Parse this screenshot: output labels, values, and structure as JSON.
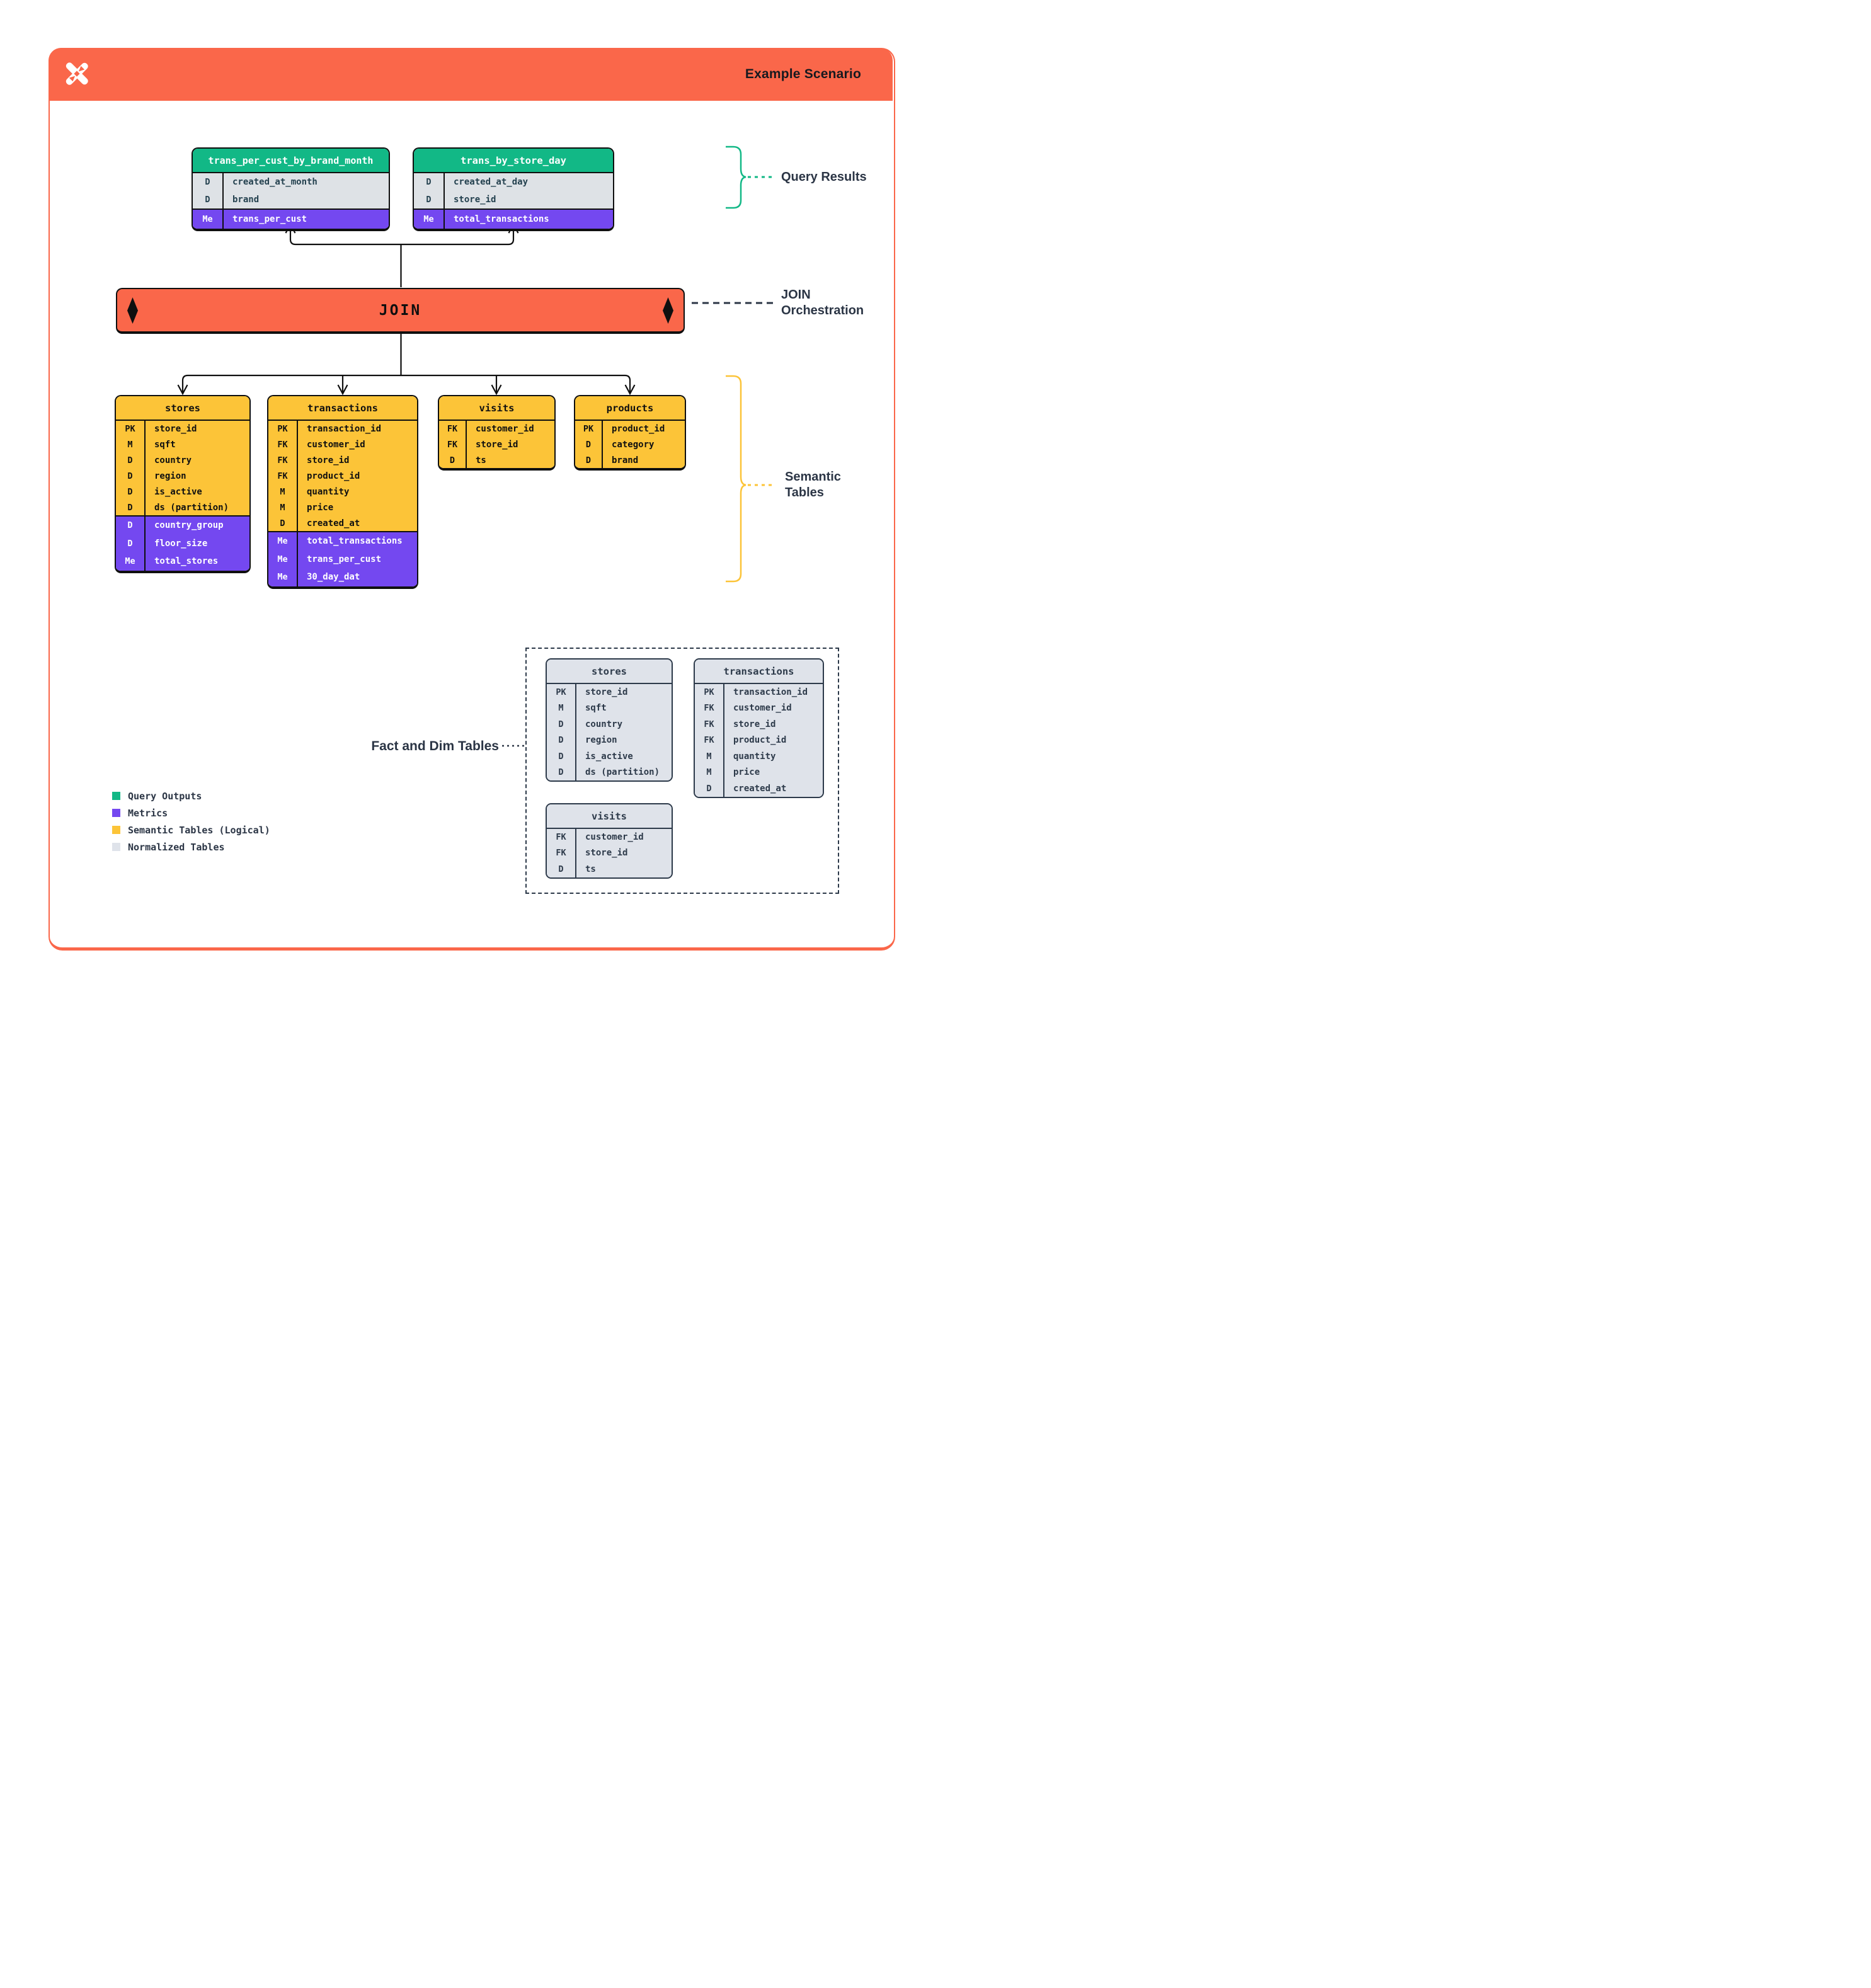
{
  "page": {
    "title": "Example Scenario"
  },
  "labels": {
    "query_results": "Query Results",
    "join_orchestration_line1": "JOIN",
    "join_orchestration_line2": "Orchestration",
    "semantic_tables_line1": "Semantic",
    "semantic_tables_line2": "Tables",
    "fact_dim_tables": "Fact and Dim Tables"
  },
  "join": {
    "label": "JOIN"
  },
  "colors": {
    "accent_orange": "#fa674a",
    "query_output_green": "#12b886",
    "metric_purple": "#7448f0",
    "semantic_yellow": "#fcc438",
    "normalized_gray": "#dfe3ea",
    "line_ink": "#0f0f0f",
    "label_navy": "#2b3545"
  },
  "query_results": {
    "tables": [
      {
        "name": "trans_per_cust_by_brand_month",
        "dims": [
          {
            "key": "D",
            "field": "created_at_month"
          },
          {
            "key": "D",
            "field": "brand"
          }
        ],
        "metrics": [
          {
            "key": "Me",
            "field": "trans_per_cust"
          }
        ]
      },
      {
        "name": "trans_by_store_day",
        "dims": [
          {
            "key": "D",
            "field": "created_at_day"
          },
          {
            "key": "D",
            "field": "store_id"
          }
        ],
        "metrics": [
          {
            "key": "Me",
            "field": "total_transactions"
          }
        ]
      }
    ]
  },
  "semantic": {
    "tables": [
      {
        "name": "stores",
        "cols": [
          {
            "key": "PK",
            "field": "store_id"
          },
          {
            "key": "M",
            "field": "sqft"
          },
          {
            "key": "D",
            "field": "country"
          },
          {
            "key": "D",
            "field": "region"
          },
          {
            "key": "D",
            "field": "is_active"
          },
          {
            "key": "D",
            "field": "ds (partition)"
          }
        ],
        "metrics": [
          {
            "key": "D",
            "field": "country_group"
          },
          {
            "key": "D",
            "field": "floor_size"
          },
          {
            "key": "Me",
            "field": "total_stores"
          }
        ]
      },
      {
        "name": "transactions",
        "cols": [
          {
            "key": "PK",
            "field": "transaction_id"
          },
          {
            "key": "FK",
            "field": "customer_id"
          },
          {
            "key": "FK",
            "field": "store_id"
          },
          {
            "key": "FK",
            "field": "product_id"
          },
          {
            "key": "M",
            "field": "quantity"
          },
          {
            "key": "M",
            "field": "price"
          },
          {
            "key": "D",
            "field": "created_at"
          }
        ],
        "metrics": [
          {
            "key": "Me",
            "field": "total_transactions"
          },
          {
            "key": "Me",
            "field": "trans_per_cust"
          },
          {
            "key": "Me",
            "field": "30_day_dat"
          }
        ]
      },
      {
        "name": "visits",
        "cols": [
          {
            "key": "FK",
            "field": "customer_id"
          },
          {
            "key": "FK",
            "field": "store_id"
          },
          {
            "key": "D",
            "field": "ts"
          }
        ]
      },
      {
        "name": "products",
        "cols": [
          {
            "key": "PK",
            "field": "product_id"
          },
          {
            "key": "D",
            "field": "category"
          },
          {
            "key": "D",
            "field": "brand"
          }
        ]
      }
    ]
  },
  "fact_dim": {
    "tables": [
      {
        "name": "stores",
        "cols": [
          {
            "key": "PK",
            "field": "store_id"
          },
          {
            "key": "M",
            "field": "sqft"
          },
          {
            "key": "D",
            "field": "country"
          },
          {
            "key": "D",
            "field": "region"
          },
          {
            "key": "D",
            "field": "is_active"
          },
          {
            "key": "D",
            "field": "ds (partition)"
          }
        ]
      },
      {
        "name": "transactions",
        "cols": [
          {
            "key": "PK",
            "field": "transaction_id"
          },
          {
            "key": "FK",
            "field": "customer_id"
          },
          {
            "key": "FK",
            "field": "store_id"
          },
          {
            "key": "FK",
            "field": "product_id"
          },
          {
            "key": "M",
            "field": "quantity"
          },
          {
            "key": "M",
            "field": "price"
          },
          {
            "key": "D",
            "field": "created_at"
          }
        ]
      },
      {
        "name": "visits",
        "cols": [
          {
            "key": "FK",
            "field": "customer_id"
          },
          {
            "key": "FK",
            "field": "store_id"
          },
          {
            "key": "D",
            "field": "ts"
          }
        ]
      }
    ]
  },
  "legend": {
    "items": [
      {
        "label": "Query Outputs",
        "color": "#12b886"
      },
      {
        "label": "Metrics",
        "color": "#7448f0"
      },
      {
        "label": "Semantic Tables (Logical)",
        "color": "#fcc438"
      },
      {
        "label": "Normalized Tables",
        "color": "#dfe3ea"
      }
    ]
  }
}
